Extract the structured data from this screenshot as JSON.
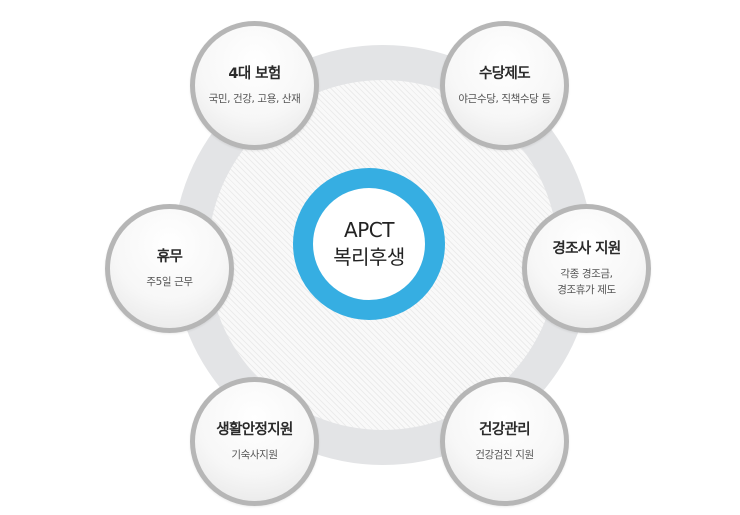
{
  "center": {
    "line1": "APCT",
    "line2": "복리후생"
  },
  "nodes": {
    "insurance": {
      "title": "4대 보험",
      "subtitle": [
        "국민, 건강, 고용, 산재"
      ]
    },
    "allowance": {
      "title": "수당제도",
      "subtitle": [
        "야근수당, 직책수당 등"
      ]
    },
    "leave": {
      "title": "휴무",
      "subtitle": [
        "주5일 근무"
      ]
    },
    "events": {
      "title": "경조사 지원",
      "subtitle": [
        "각종 경조금,",
        "경조휴가 제도"
      ]
    },
    "living": {
      "title": "생활안정지원",
      "subtitle": [
        "기숙사지원"
      ]
    },
    "health": {
      "title": "건강관리",
      "subtitle": [
        "건강검진 지원"
      ]
    }
  },
  "colors": {
    "accent_ring": "#36aee2",
    "outer_ring": "#e3e4e6",
    "node_border": "#b6b6b6"
  }
}
